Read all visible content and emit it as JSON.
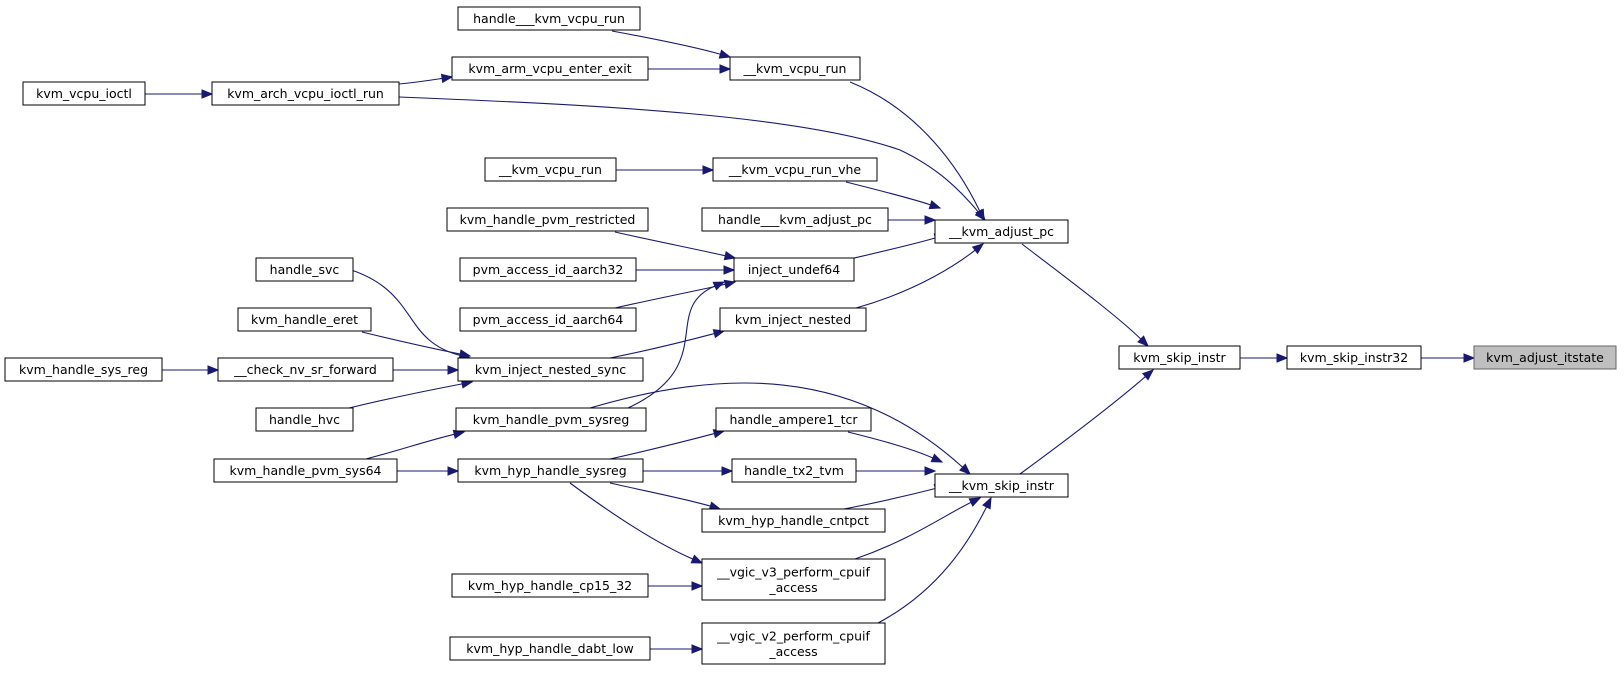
{
  "nodes": [
    {
      "id": "kvm_adjust_itstate",
      "lines": [
        "kvm_adjust_itstate"
      ],
      "root": true
    },
    {
      "id": "kvm_skip_instr32",
      "lines": [
        "kvm_skip_instr32"
      ]
    },
    {
      "id": "kvm_skip_instr",
      "lines": [
        "kvm_skip_instr"
      ]
    },
    {
      "id": "__kvm_adjust_pc",
      "lines": [
        "__kvm_adjust_pc"
      ]
    },
    {
      "id": "__kvm_skip_instr",
      "lines": [
        "__kvm_skip_instr"
      ]
    },
    {
      "id": "__kvm_vcpu_run_1",
      "lines": [
        "__kvm_vcpu_run"
      ]
    },
    {
      "id": "handle___kvm_vcpu_run",
      "lines": [
        "handle___kvm_vcpu_run"
      ]
    },
    {
      "id": "kvm_arm_vcpu_enter_exit",
      "lines": [
        "kvm_arm_vcpu_enter_exit"
      ]
    },
    {
      "id": "kvm_arch_vcpu_ioctl_run",
      "lines": [
        "kvm_arch_vcpu_ioctl_run"
      ]
    },
    {
      "id": "kvm_vcpu_ioctl",
      "lines": [
        "kvm_vcpu_ioctl"
      ]
    },
    {
      "id": "__kvm_vcpu_run_vhe",
      "lines": [
        "__kvm_vcpu_run_vhe"
      ]
    },
    {
      "id": "__kvm_vcpu_run_2",
      "lines": [
        "__kvm_vcpu_run"
      ]
    },
    {
      "id": "handle___kvm_adjust_pc",
      "lines": [
        "handle___kvm_adjust_pc"
      ]
    },
    {
      "id": "inject_undef64",
      "lines": [
        "inject_undef64"
      ]
    },
    {
      "id": "kvm_handle_pvm_restricted",
      "lines": [
        "kvm_handle_pvm_restricted"
      ]
    },
    {
      "id": "pvm_access_id_aarch32",
      "lines": [
        "pvm_access_id_aarch32"
      ]
    },
    {
      "id": "pvm_access_id_aarch64",
      "lines": [
        "pvm_access_id_aarch64"
      ]
    },
    {
      "id": "kvm_inject_nested",
      "lines": [
        "kvm_inject_nested"
      ]
    },
    {
      "id": "kvm_inject_nested_sync",
      "lines": [
        "kvm_inject_nested_sync"
      ]
    },
    {
      "id": "handle_svc",
      "lines": [
        "handle_svc"
      ]
    },
    {
      "id": "kvm_handle_eret",
      "lines": [
        "kvm_handle_eret"
      ]
    },
    {
      "id": "__check_nv_sr_forward",
      "lines": [
        "__check_nv_sr_forward"
      ]
    },
    {
      "id": "kvm_handle_sys_reg",
      "lines": [
        "kvm_handle_sys_reg"
      ]
    },
    {
      "id": "handle_hvc",
      "lines": [
        "handle_hvc"
      ]
    },
    {
      "id": "kvm_handle_pvm_sysreg",
      "lines": [
        "kvm_handle_pvm_sysreg"
      ]
    },
    {
      "id": "kvm_handle_pvm_sys64",
      "lines": [
        "kvm_handle_pvm_sys64"
      ]
    },
    {
      "id": "handle_ampere1_tcr",
      "lines": [
        "handle_ampere1_tcr"
      ]
    },
    {
      "id": "kvm_hyp_handle_sysreg",
      "lines": [
        "kvm_hyp_handle_sysreg"
      ]
    },
    {
      "id": "handle_tx2_tvm",
      "lines": [
        "handle_tx2_tvm"
      ]
    },
    {
      "id": "kvm_hyp_handle_cntpct",
      "lines": [
        "kvm_hyp_handle_cntpct"
      ]
    },
    {
      "id": "__vgic_v3_perform_cpuif_access",
      "lines": [
        "__vgic_v3_perform_cpuif",
        "_access"
      ]
    },
    {
      "id": "kvm_hyp_handle_cp15_32",
      "lines": [
        "kvm_hyp_handle_cp15_32"
      ]
    },
    {
      "id": "__vgic_v2_perform_cpuif_access",
      "lines": [
        "__vgic_v2_perform_cpuif",
        "_access"
      ]
    },
    {
      "id": "kvm_hyp_handle_dabt_low",
      "lines": [
        "kvm_hyp_handle_dabt_low"
      ]
    }
  ],
  "edges": [
    {
      "from": "kvm_skip_instr32",
      "to": "kvm_adjust_itstate"
    },
    {
      "from": "kvm_skip_instr",
      "to": "kvm_skip_instr32"
    },
    {
      "from": "__kvm_adjust_pc",
      "to": "kvm_skip_instr"
    },
    {
      "from": "__kvm_skip_instr",
      "to": "kvm_skip_instr"
    },
    {
      "from": "__kvm_vcpu_run_1",
      "to": "__kvm_adjust_pc"
    },
    {
      "from": "kvm_arch_vcpu_ioctl_run",
      "to": "__kvm_adjust_pc"
    },
    {
      "from": "__kvm_vcpu_run_vhe",
      "to": "__kvm_adjust_pc"
    },
    {
      "from": "handle___kvm_adjust_pc",
      "to": "__kvm_adjust_pc"
    },
    {
      "from": "inject_undef64",
      "to": "__kvm_adjust_pc"
    },
    {
      "from": "kvm_inject_nested",
      "to": "__kvm_adjust_pc"
    },
    {
      "from": "handle___kvm_vcpu_run",
      "to": "__kvm_vcpu_run_1"
    },
    {
      "from": "kvm_arm_vcpu_enter_exit",
      "to": "__kvm_vcpu_run_1"
    },
    {
      "from": "kvm_arch_vcpu_ioctl_run",
      "to": "kvm_arm_vcpu_enter_exit"
    },
    {
      "from": "kvm_vcpu_ioctl",
      "to": "kvm_arch_vcpu_ioctl_run"
    },
    {
      "from": "__kvm_vcpu_run_2",
      "to": "__kvm_vcpu_run_vhe"
    },
    {
      "from": "kvm_handle_pvm_restricted",
      "to": "inject_undef64"
    },
    {
      "from": "pvm_access_id_aarch32",
      "to": "inject_undef64"
    },
    {
      "from": "pvm_access_id_aarch64",
      "to": "inject_undef64"
    },
    {
      "from": "kvm_handle_pvm_sysreg",
      "to": "inject_undef64"
    },
    {
      "from": "kvm_inject_nested_sync",
      "to": "kvm_inject_nested"
    },
    {
      "from": "handle_svc",
      "to": "kvm_inject_nested_sync"
    },
    {
      "from": "kvm_handle_eret",
      "to": "kvm_inject_nested_sync"
    },
    {
      "from": "__check_nv_sr_forward",
      "to": "kvm_inject_nested_sync"
    },
    {
      "from": "handle_hvc",
      "to": "kvm_inject_nested_sync"
    },
    {
      "from": "kvm_handle_sys_reg",
      "to": "__check_nv_sr_forward"
    },
    {
      "from": "kvm_handle_pvm_sysreg",
      "to": "__kvm_skip_instr"
    },
    {
      "from": "kvm_handle_pvm_sys64",
      "to": "kvm_handle_pvm_sysreg"
    },
    {
      "from": "kvm_handle_pvm_sys64",
      "to": "kvm_hyp_handle_sysreg"
    },
    {
      "from": "handle_ampere1_tcr",
      "to": "__kvm_skip_instr"
    },
    {
      "from": "handle_tx2_tvm",
      "to": "__kvm_skip_instr"
    },
    {
      "from": "kvm_hyp_handle_cntpct",
      "to": "__kvm_skip_instr"
    },
    {
      "from": "__vgic_v3_perform_cpuif_access",
      "to": "__kvm_skip_instr"
    },
    {
      "from": "__vgic_v2_perform_cpuif_access",
      "to": "__kvm_skip_instr"
    },
    {
      "from": "kvm_hyp_handle_sysreg",
      "to": "handle_ampere1_tcr"
    },
    {
      "from": "kvm_hyp_handle_sysreg",
      "to": "handle_tx2_tvm"
    },
    {
      "from": "kvm_hyp_handle_sysreg",
      "to": "kvm_hyp_handle_cntpct"
    },
    {
      "from": "kvm_hyp_handle_sysreg",
      "to": "__vgic_v3_perform_cpuif_access"
    },
    {
      "from": "kvm_hyp_handle_cp15_32",
      "to": "__vgic_v3_perform_cpuif_access"
    },
    {
      "from": "kvm_hyp_handle_dabt_low",
      "to": "__vgic_v2_perform_cpuif_access"
    }
  ],
  "colors": {
    "edge": "#191970",
    "root_fill": "#bfbfbf",
    "node_fill": "#ffffff",
    "node_stroke": "#000000"
  }
}
